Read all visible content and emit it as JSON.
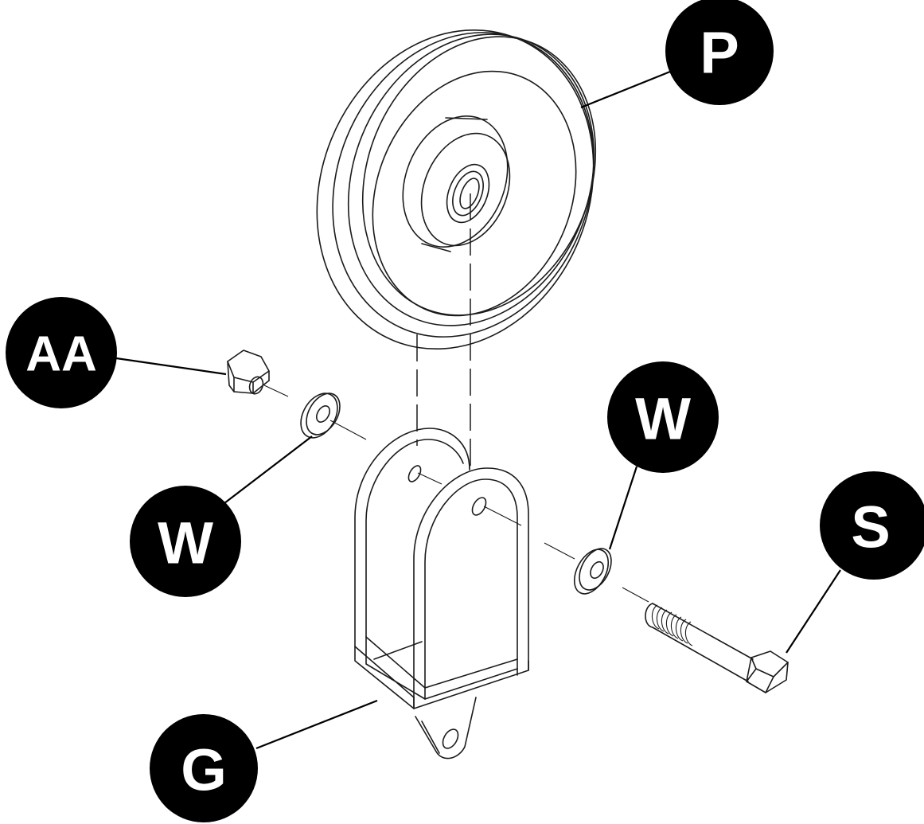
{
  "labels": {
    "pulley": "P",
    "nut": "AA",
    "washer_left": "W",
    "washer_right": "W",
    "screw": "S",
    "bracket": "G"
  },
  "colors": {
    "line": "#1a1a1a",
    "callout_fill": "#000000",
    "callout_text": "#ffffff",
    "background": "#ffffff"
  }
}
